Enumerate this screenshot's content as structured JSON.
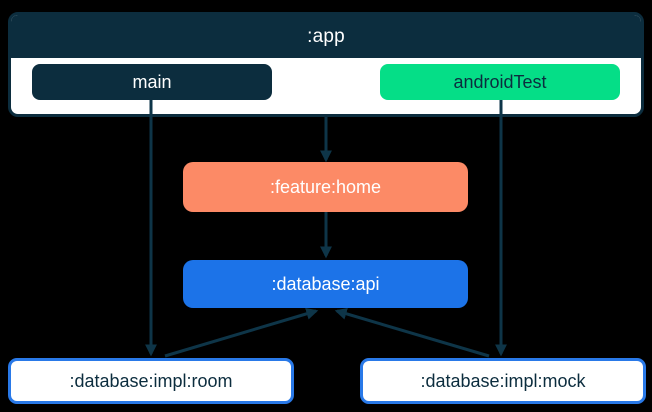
{
  "diagram": {
    "modules": {
      "app": {
        "title": ":app",
        "source_sets": [
          {
            "label": "main"
          },
          {
            "label": "androidTest"
          }
        ]
      },
      "feature_home": {
        "label": ":feature:home"
      },
      "database_api": {
        "label": ":database:api"
      },
      "database_impl_room": {
        "label": ":database:impl:room"
      },
      "database_impl_mock": {
        "label": ":database:impl:mock"
      }
    },
    "edges": [
      {
        "from": ":app",
        "to": ":feature:home"
      },
      {
        "from": ":app (main)",
        "to": ":database:impl:room"
      },
      {
        "from": ":app (androidTest)",
        "to": ":database:impl:mock"
      },
      {
        "from": ":feature:home",
        "to": ":database:api"
      },
      {
        "from": ":database:impl:room",
        "to": ":database:api"
      },
      {
        "from": ":database:impl:mock",
        "to": ":database:api"
      }
    ],
    "colors": {
      "background": "#000000",
      "navy": "#0C2D3E",
      "green": "#05DE87",
      "orange": "#FC8A66",
      "blue": "#1C73E8",
      "impl_border_blue": "#2979E8",
      "arrow": "#0E3548",
      "white": "#FFFFFF"
    }
  }
}
